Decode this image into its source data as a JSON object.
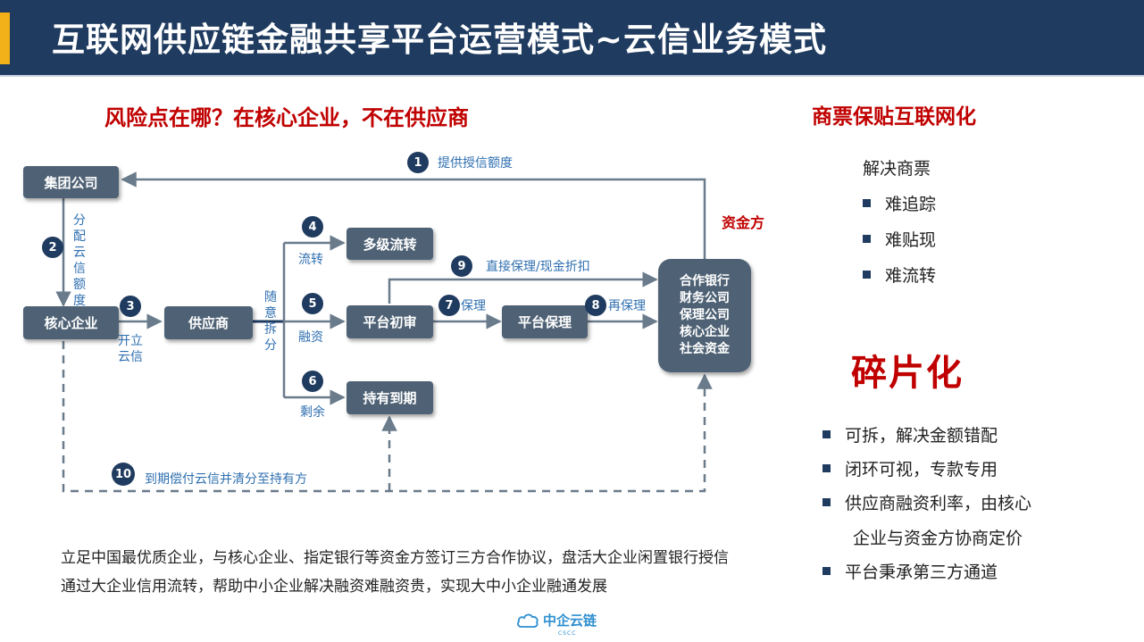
{
  "header": {
    "title": "互联网供应链金融共享平台运营模式~云信业务模式"
  },
  "risk_title": "风险点在哪？在核心企业，不在供应商",
  "nodes": {
    "group": "集团公司",
    "core": "核心企业",
    "supplier": "供应商",
    "multi": "多级流转",
    "initial": "平台初审",
    "factoring": "平台保理",
    "hold": "持有到期",
    "funders": [
      "合作银行",
      "财务公司",
      "保理公司",
      "核心企业",
      "社会资金"
    ]
  },
  "steps": {
    "s1": {
      "num": "1",
      "label": "提供授信额度"
    },
    "s2": {
      "num": "2",
      "label": "分配云信额度"
    },
    "s3": {
      "num": "3",
      "label": "开立云信"
    },
    "s4": {
      "num": "4",
      "label": "流转"
    },
    "s5": {
      "num": "5",
      "label": "融资"
    },
    "s6": {
      "num": "6",
      "label": "剩余"
    },
    "s7": {
      "num": "7",
      "label": "保理"
    },
    "s8": {
      "num": "8",
      "label": "再保理"
    },
    "s9": {
      "num": "9",
      "label": "直接保理/现金折扣"
    },
    "s10": {
      "num": "10",
      "label": "到期偿付云信并清分至持有方"
    },
    "split": "随意拆分"
  },
  "fund_side_label": "资金方",
  "right": {
    "title": "商票保贴互联网化",
    "solve": "解决商票",
    "items": [
      "难追踪",
      "难贴现",
      "难流转"
    ],
    "fragment_title": "碎片化",
    "benefits": [
      "可拆，解决金额错配",
      "闭环可视，专款专用",
      "供应商融资利率，由核心",
      "平台秉承第三方通道"
    ],
    "benefit_cont": "企业与资金方协商定价"
  },
  "bottom": {
    "line1": "立足中国最优质企业，与核心企业、指定银行等资金方签订三方合作协议，盘活大企业闲置银行授信",
    "line2": "通过大企业信用流转，帮助中小企业解决融资难融资贵，实现大中小企业融通发展"
  },
  "logo": {
    "text": "中企云链",
    "sub": "CSCC"
  },
  "colors": {
    "header_bg": "#1f3b5f",
    "accent": "#f2b019",
    "node": "#4f6275",
    "label_blue": "#2f6fb0",
    "emphasis_red": "#c00000"
  }
}
